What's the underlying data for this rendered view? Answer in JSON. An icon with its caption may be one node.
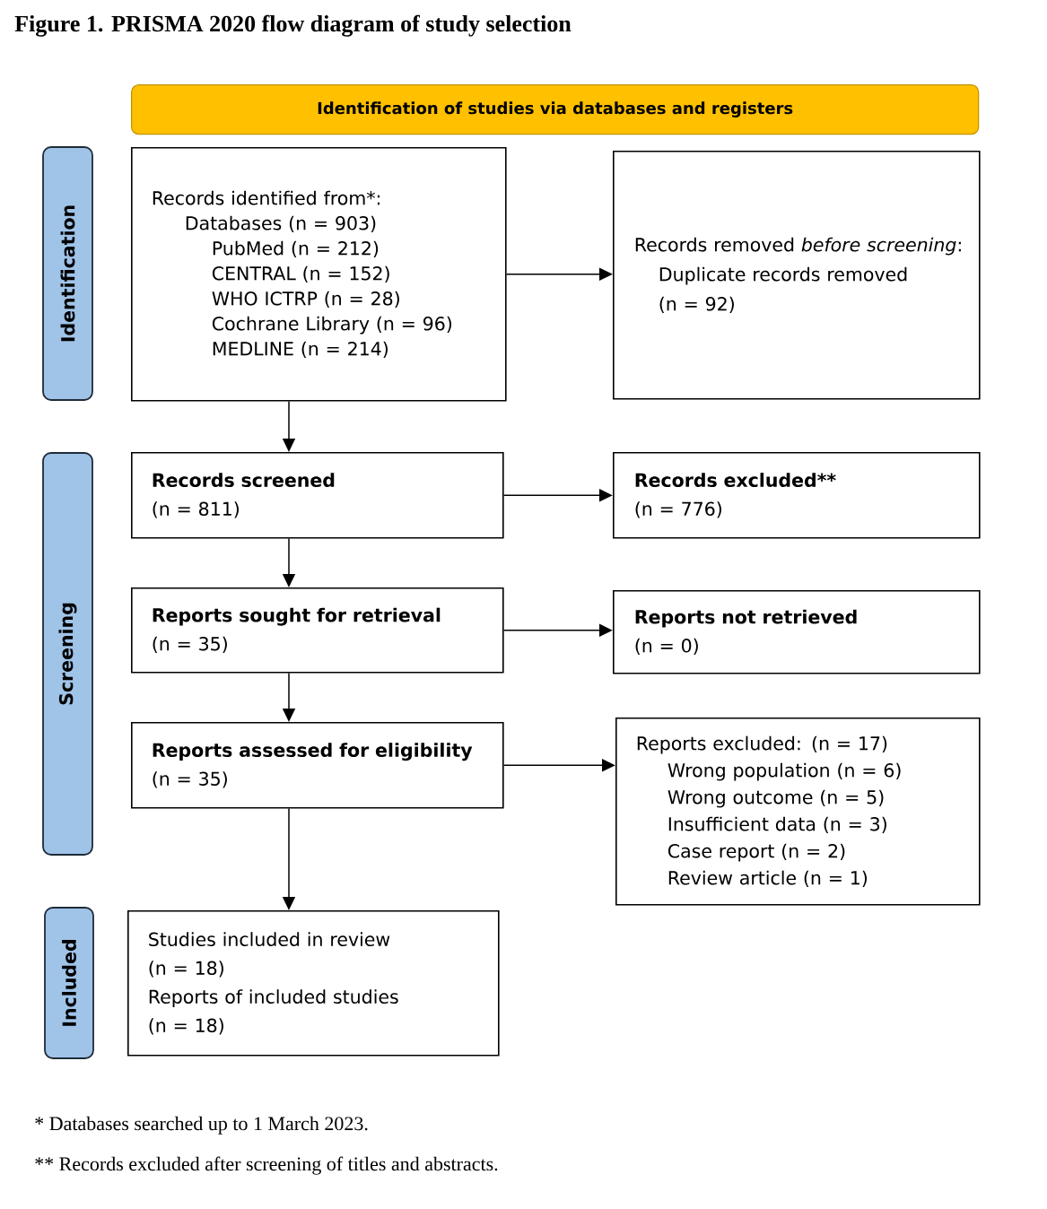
{
  "diagram": {
    "title": "Figure 1. PRISMA 2020 flow diagram of study selection",
    "nodes": [
      {
        "text": [
          "Identification of studies via databases and registers"
        ]
      },
      {
        "text": [
          "Identification"
        ]
      },
      {
        "text": [
          "Records identified from*:",
          "Databases (n = 903)",
          "PubMed (n = 212)",
          "CENTRAL (n = 152)",
          "WHO ICTRP (n = 28)",
          "Cochrane Library (n = 96)",
          "MEDLINE (n = 214)"
        ]
      },
      {
        "text": [
          "Records removed *before screening*:",
          "Duplicate records removed",
          "(n = 92)"
        ]
      },
      {
        "text": [
          "Screening"
        ]
      },
      {
        "text": [
          "Records screened",
          "(n = 811)"
        ]
      },
      {
        "text": [
          "Records excluded**",
          "(n = 776)"
        ]
      },
      {
        "text": [
          "Reports sought for retrieval",
          "(n = 35)"
        ]
      },
      {
        "text": [
          "Reports not retrieved",
          "(n = 0)"
        ]
      },
      {
        "text": [
          "Reports assessed for eligibility",
          "(n = 35)"
        ]
      },
      {
        "text": [
          "Reports excluded: (n = 17)",
          "Wrong population (n = 6)",
          "Wrong outcome (n = 5)",
          "Insufficient data (n = 3)",
          "Case report (n = 2)",
          "Review article (n = 1)"
        ]
      },
      {
        "text": [
          "Included"
        ]
      },
      {
        "text": [
          "Studies included in review",
          "(n = 18)",
          "Reports of included studies",
          "(n = 18)"
        ]
      }
    ],
    "edges": [
      {
        "from": 2,
        "to": 3,
        "arrow": "to"
      },
      {
        "from": 2,
        "to": 5,
        "arrow": "to"
      },
      {
        "from": 5,
        "to": 6,
        "arrow": "to"
      },
      {
        "from": 5,
        "to": 7,
        "arrow": "to"
      },
      {
        "from": 7,
        "to": 8,
        "arrow": "to"
      },
      {
        "from": 7,
        "to": 9,
        "arrow": "to"
      },
      {
        "from": 9,
        "to": 10,
        "arrow": "to"
      },
      {
        "from": 9,
        "to": 12,
        "arrow": "to"
      }
    ],
    "labels": [
      "* Databases searched up to 1 March 2023.",
      "** Records excluded after screening of titles and abstracts."
    ]
  }
}
